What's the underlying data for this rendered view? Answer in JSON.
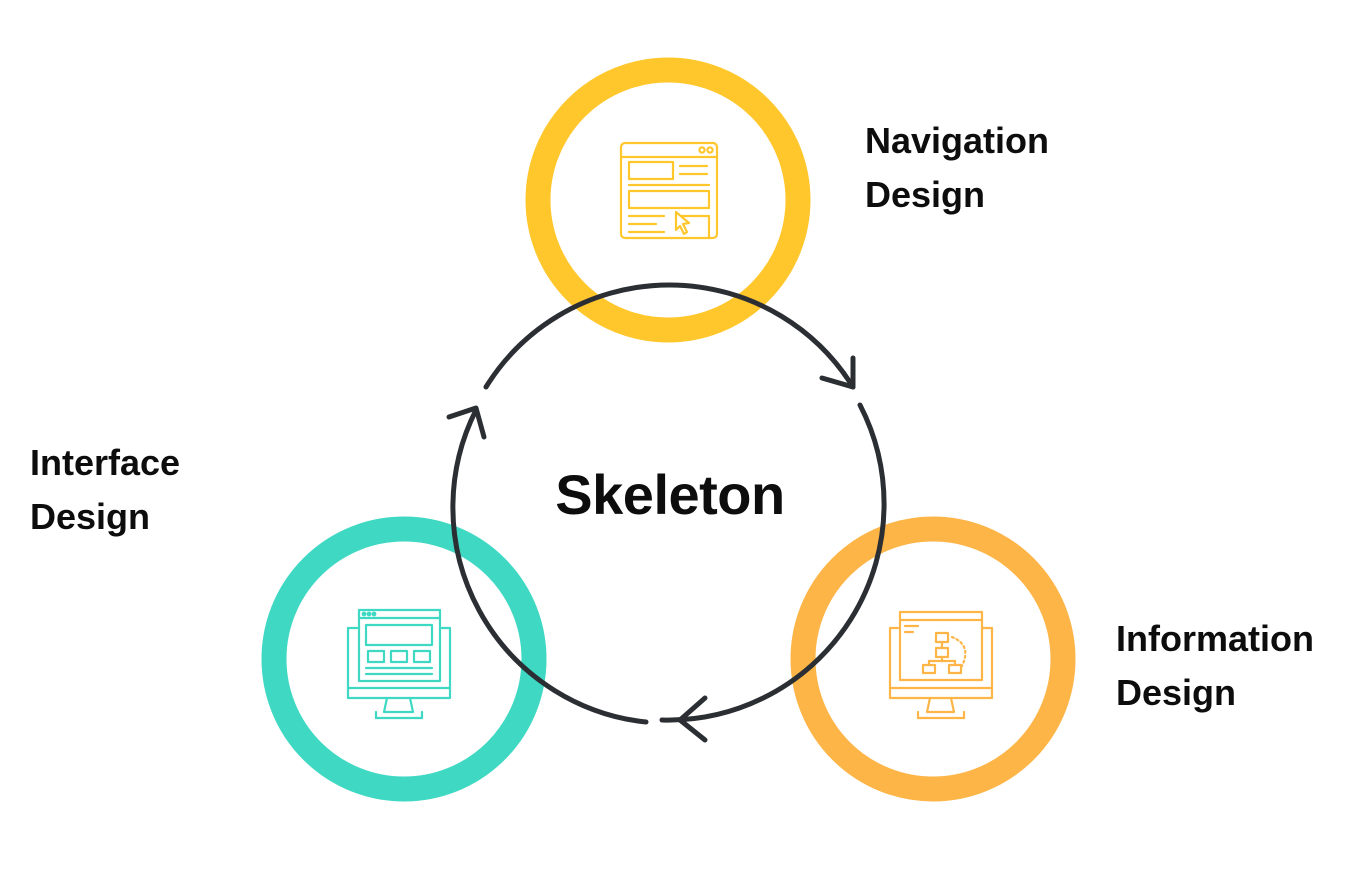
{
  "diagram": {
    "center": {
      "title": "Skeleton"
    },
    "nodes": [
      {
        "id": "navigation",
        "line1": "Navigation",
        "line2": "Design",
        "color": "#FFC72C",
        "icon": "browser-cursor-icon"
      },
      {
        "id": "information",
        "line1": "Information",
        "line2": "Design",
        "color": "#FDB548",
        "icon": "monitor-flowchart-icon"
      },
      {
        "id": "interface",
        "line1": "Interface",
        "line2": "Design",
        "color": "#3ED8C3",
        "icon": "monitor-layout-icon"
      }
    ],
    "cycle_color": "#2B2F33"
  }
}
